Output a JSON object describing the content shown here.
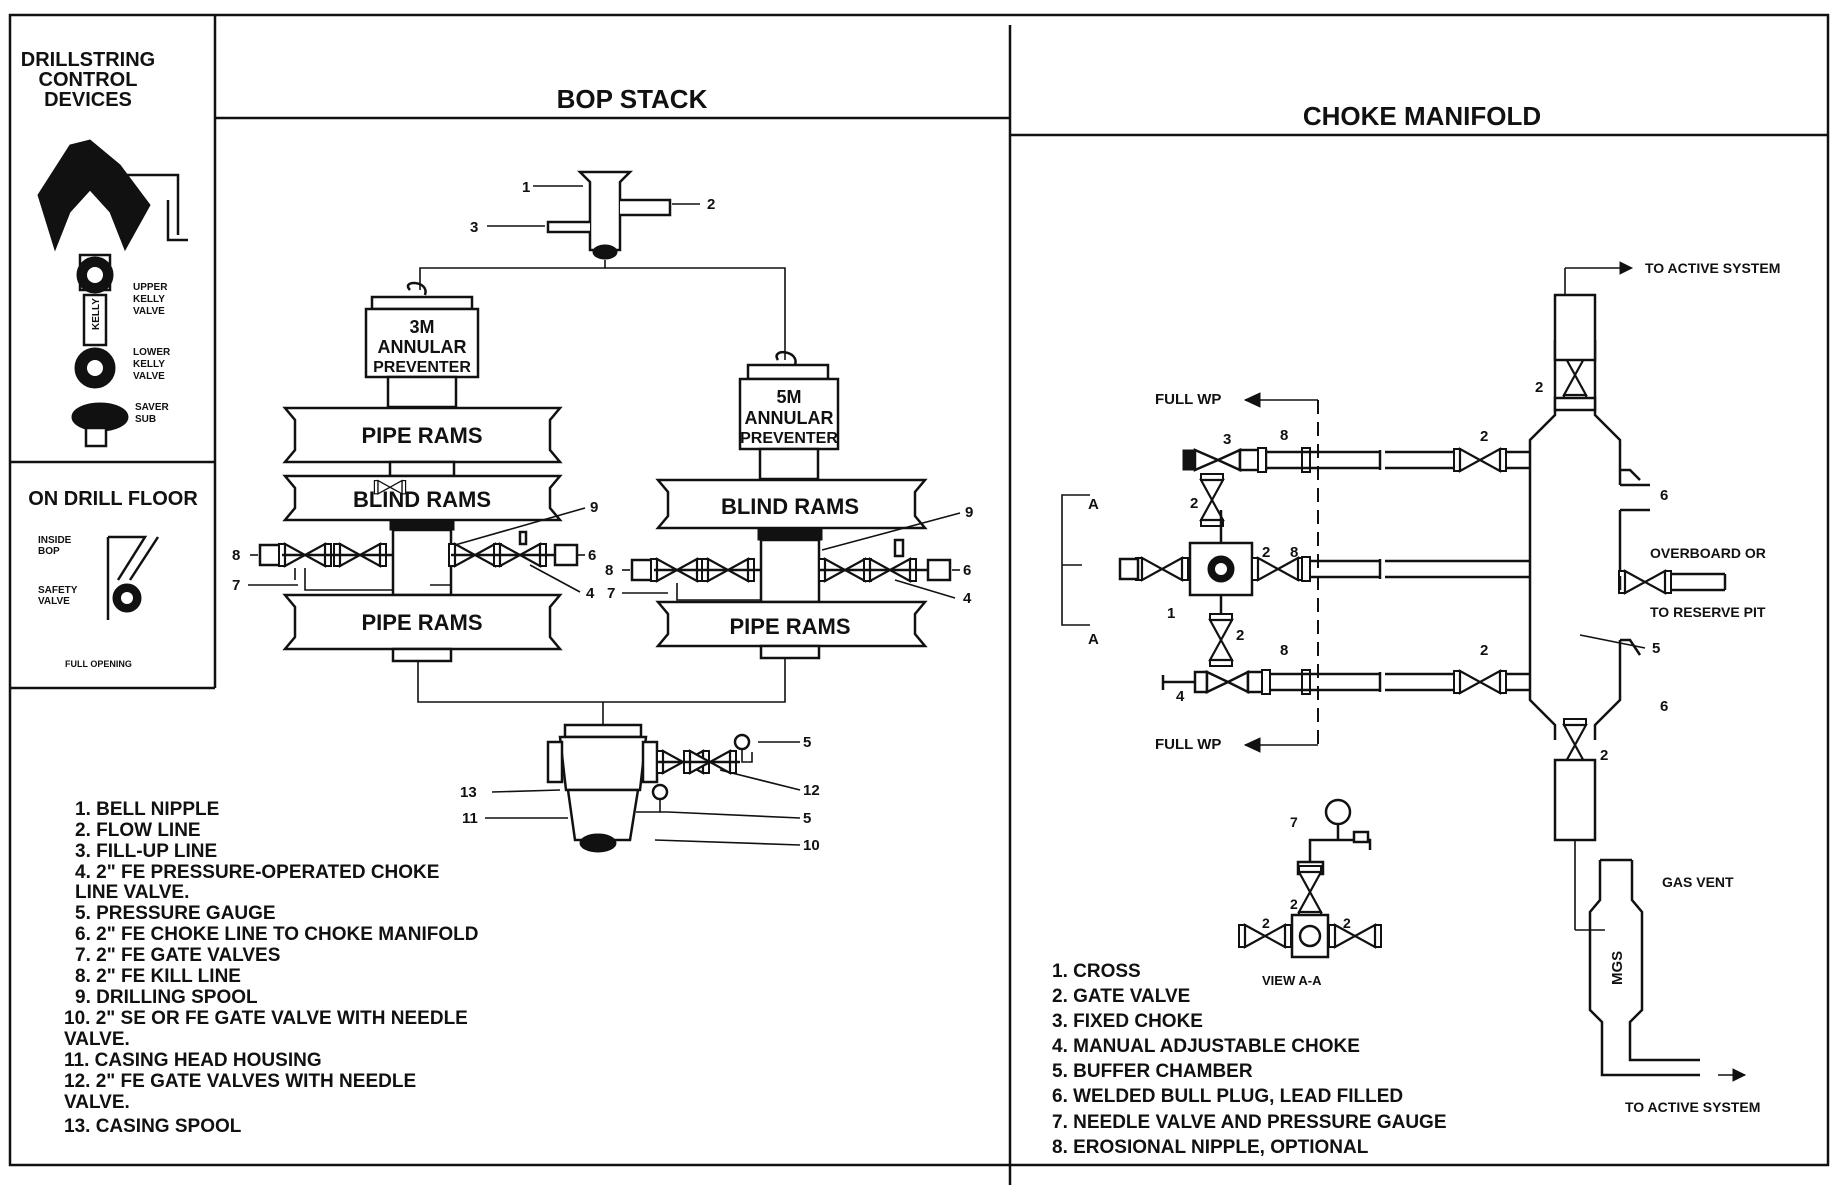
{
  "drillstring": {
    "title": [
      "DRILLSTRING",
      "CONTROL",
      "DEVICES"
    ],
    "upper_kelly_valve": [
      "UPPER",
      "KELLY",
      "VALVE"
    ],
    "kelly": "KELLY",
    "lower_kelly_valve": [
      "LOWER",
      "KELLY",
      "VALVE"
    ],
    "saver_sub": [
      "SAVER",
      "SUB"
    ]
  },
  "drill_floor": {
    "title": "ON DRILL FLOOR",
    "inside_bop": [
      "INSIDE",
      "BOP"
    ],
    "safety_valve": [
      "SAFETY",
      "VALVE"
    ],
    "full_opening": "FULL OPENING"
  },
  "bop": {
    "title": "BOP STACK",
    "annular_left": [
      "3M",
      "ANNULAR",
      "PREVENTER"
    ],
    "annular_right": [
      "5M",
      "ANNULAR",
      "PREVENTER"
    ],
    "pipe_rams": "PIPE RAMS",
    "blind_rams": "BLIND RAMS",
    "callouts": {
      "n1": "1",
      "n2": "2",
      "n3": "3",
      "n4": "4",
      "n5": "5",
      "n6": "6",
      "n7": "7",
      "n8": "8",
      "n9": "9",
      "n10": "10",
      "n11": "11",
      "n12": "12",
      "n13": "13"
    },
    "legend": [
      "1.  BELL NIPPLE",
      "2.  FLOW LINE",
      "3.  FILL-UP LINE",
      "4.  2\" FE PRESSURE-OPERATED CHOKE",
      "     LINE VALVE.",
      "5.  PRESSURE GAUGE",
      "6.  2\" FE CHOKE LINE TO CHOKE MANIFOLD",
      "7.  2\" FE GATE VALVES",
      "8.  2\" FE KILL LINE",
      "9.  DRILLING SPOOL",
      "10.  2\" SE OR FE GATE VALVE WITH NEEDLE",
      "       VALVE.",
      "11.  CASING HEAD HOUSING",
      "12.  2\" FE GATE VALVES WITH NEEDLE",
      "       VALVE.",
      "13.  CASING SPOOL"
    ]
  },
  "choke": {
    "title": "CHOKE MANIFOLD",
    "to_active_system": "TO ACTIVE SYSTEM",
    "overboard_or": "OVERBOARD OR",
    "to_reserve_pit": "TO RESERVE PIT",
    "gas_vent": "GAS VENT",
    "mgs": "MGS",
    "full_wp": "FULL WP",
    "section_a": "A",
    "view_aa": "VIEW A-A",
    "legend": [
      "1.  CROSS",
      "2.  GATE VALVE",
      "3.  FIXED CHOKE",
      "4.  MANUAL ADJUSTABLE CHOKE",
      "5.  BUFFER CHAMBER",
      "6.  WELDED BULL PLUG, LEAD FILLED",
      "7.  NEEDLE VALVE AND PRESSURE GAUGE",
      "8.  EROSIONAL NIPPLE, OPTIONAL"
    ]
  }
}
